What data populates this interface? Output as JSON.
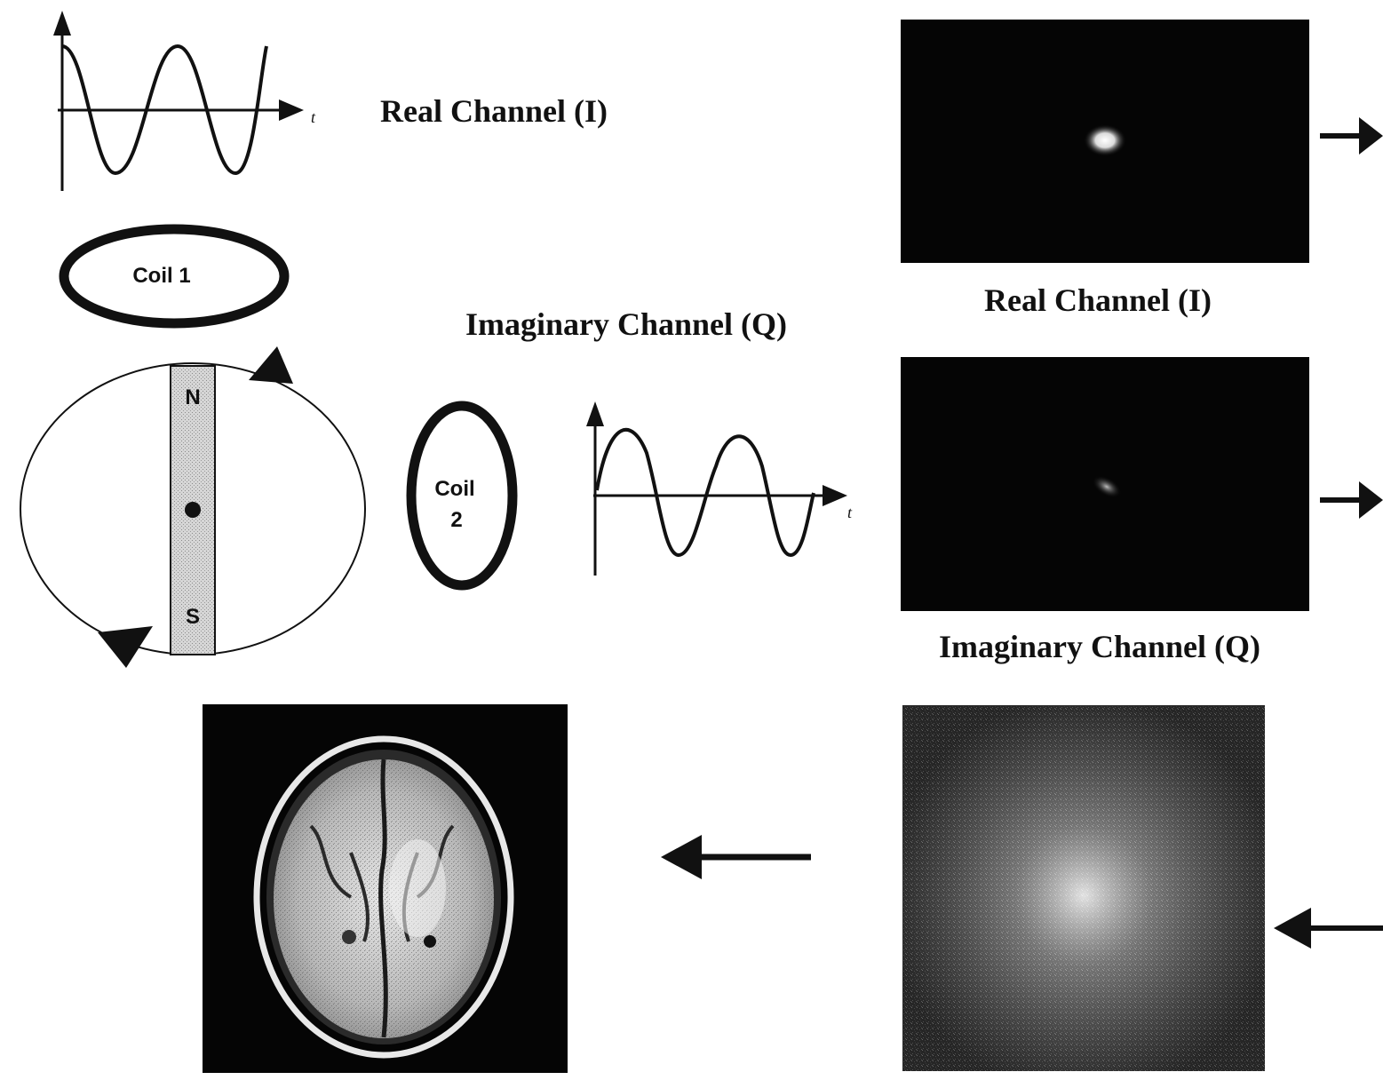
{
  "labels": {
    "real_channel_signal": "Real Channel (I)",
    "imaginary_channel_signal": "Imaginary Channel (Q)",
    "real_channel_kspace": "Real Channel (I)",
    "imaginary_channel_kspace": "Imaginary Channel (Q)",
    "coil1": "Coil 1",
    "coil2_line1": "Coil",
    "coil2_line2": "2",
    "magnet_north": "N",
    "magnet_south": "S",
    "time_axis_top": "t",
    "time_axis_mid": "t"
  },
  "colors": {
    "ink": "#111111",
    "panel_dark": "#050505",
    "magnet_fill": "#cfcfcf"
  }
}
